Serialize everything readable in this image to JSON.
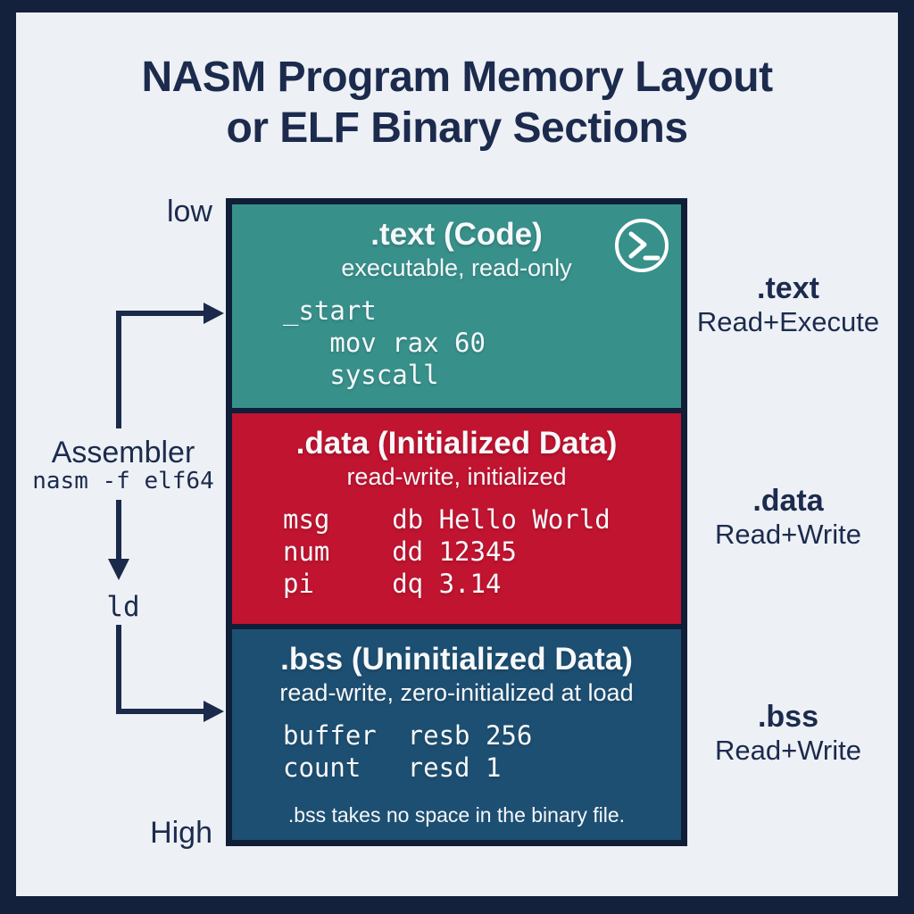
{
  "title": {
    "line1": "NASM Program Memory Layout",
    "line2": "or ELF Binary Sections"
  },
  "pipeline": {
    "low_label": "low",
    "high_label": "High",
    "assembler_label": "Assembler",
    "assembler_command": "nasm -f elf64",
    "linker_command": "ld"
  },
  "memory_box": {
    "sections": [
      {
        "name": ".text",
        "heading": ".text (Code)",
        "subtitle": "executable, read-only",
        "color": "#38908b",
        "icon": "terminal-icon",
        "code_lines": [
          "_start",
          "   mov rax 60",
          "   syscall"
        ]
      },
      {
        "name": ".data",
        "heading": ".data (Initialized Data)",
        "subtitle": "read-write, initialized",
        "color": "#c01430",
        "code_lines": [
          "msg    db Hello World",
          "num    dd 12345",
          "pi     dq 3.14"
        ]
      },
      {
        "name": ".bss",
        "heading": ".bss (Uninitialized Data)",
        "subtitle": "read-write, zero-initialized at load",
        "color": "#1d4f72",
        "code_lines": [
          "buffer  resb 256",
          "count   resd 1"
        ],
        "note": ".bss takes no space in the binary file."
      }
    ]
  },
  "annotations": [
    {
      "name": ".text",
      "permissions": "Read+Execute"
    },
    {
      "name": ".data",
      "permissions": "Read+Write"
    },
    {
      "name": ".bss",
      "permissions": "Read+Write"
    }
  ],
  "colors": {
    "background": "#edf0f5",
    "frame": "#13213c",
    "ink": "#1c2b4d",
    "box_border": "#101e38",
    "text_section": "#38908b",
    "data_section": "#c01430",
    "bss_section": "#1d4f72"
  }
}
